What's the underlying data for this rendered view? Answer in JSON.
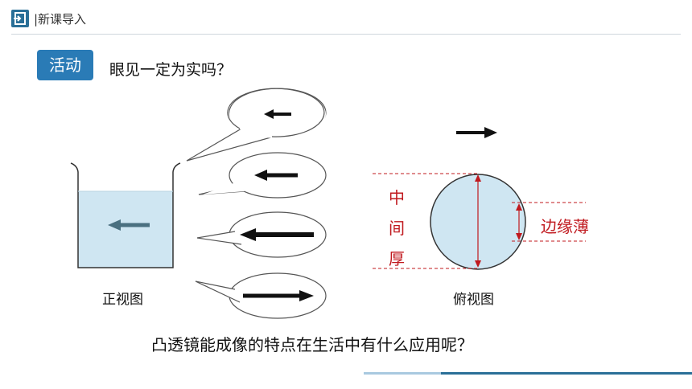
{
  "header": {
    "title": "|新课导入",
    "icon": "exit-icon"
  },
  "activity": {
    "badge": "活动",
    "question": "眼见一定为实吗？"
  },
  "left": {
    "caption": "正视图"
  },
  "right": {
    "caption": "俯视图",
    "middle_thick": [
      "中",
      "间",
      "厚"
    ],
    "edge_thin": "边缘薄"
  },
  "bottom_question": "凸透镜能成像的特点在生活中有什么应用呢？",
  "colors": {
    "accent": "#2a7bb6",
    "header": "#2a6f97",
    "red": "#c0191e",
    "water": "#cfe6f2"
  }
}
